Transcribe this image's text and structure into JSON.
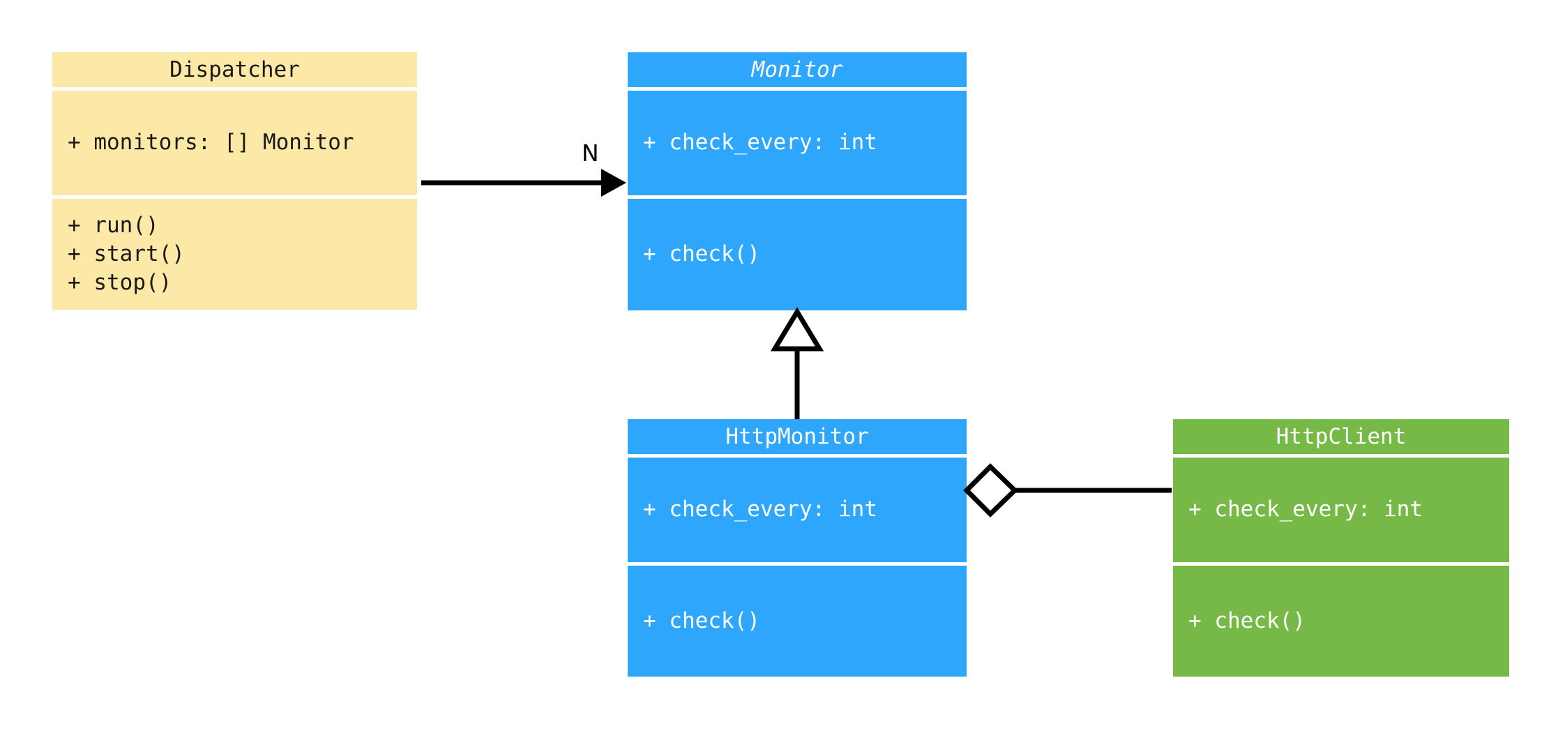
{
  "diagram": {
    "kind": "uml-class-diagram",
    "background_color": "#ffffff"
  },
  "classes": [
    {
      "key": "dispatcher",
      "name": "Dispatcher",
      "abstract": false,
      "fill_color": "#fce9a7",
      "text_color": "#1a1a1a",
      "attributes": [
        "+ monitors: [] Monitor"
      ],
      "methods": [
        "+ run()",
        "+ start()",
        "+ stop()"
      ]
    },
    {
      "key": "monitor",
      "name": "Monitor",
      "abstract": true,
      "fill_color": "#2ea6fb",
      "text_color": "#ffffff",
      "attributes": [
        "+ check_every: int"
      ],
      "methods": [
        "+ check()"
      ]
    },
    {
      "key": "httpmonitor",
      "name": "HttpMonitor",
      "abstract": false,
      "fill_color": "#2ea6fb",
      "text_color": "#ffffff",
      "attributes": [
        "+ check_every: int"
      ],
      "methods": [
        "+ check()"
      ]
    },
    {
      "key": "httpclient",
      "name": "HttpClient",
      "abstract": false,
      "fill_color": "#76b947",
      "text_color": "#ffffff",
      "attributes": [
        "+ check_every: int"
      ],
      "methods": [
        "+ check()"
      ]
    }
  ],
  "relationships": [
    {
      "key": "dispatcher-to-monitor",
      "type": "association",
      "from": "Dispatcher",
      "to": "Monitor",
      "label": "N",
      "arrow_head": "filled-triangle",
      "line_color": "#000000"
    },
    {
      "key": "httpmonitor-to-monitor",
      "type": "inheritance",
      "from": "HttpMonitor",
      "to": "Monitor",
      "label": "",
      "arrow_head": "hollow-triangle",
      "line_color": "#000000"
    },
    {
      "key": "httpmonitor-to-httpclient",
      "type": "aggregation",
      "from": "HttpMonitor",
      "to": "HttpClient",
      "label": "",
      "arrow_head": "hollow-diamond",
      "line_color": "#000000"
    }
  ]
}
